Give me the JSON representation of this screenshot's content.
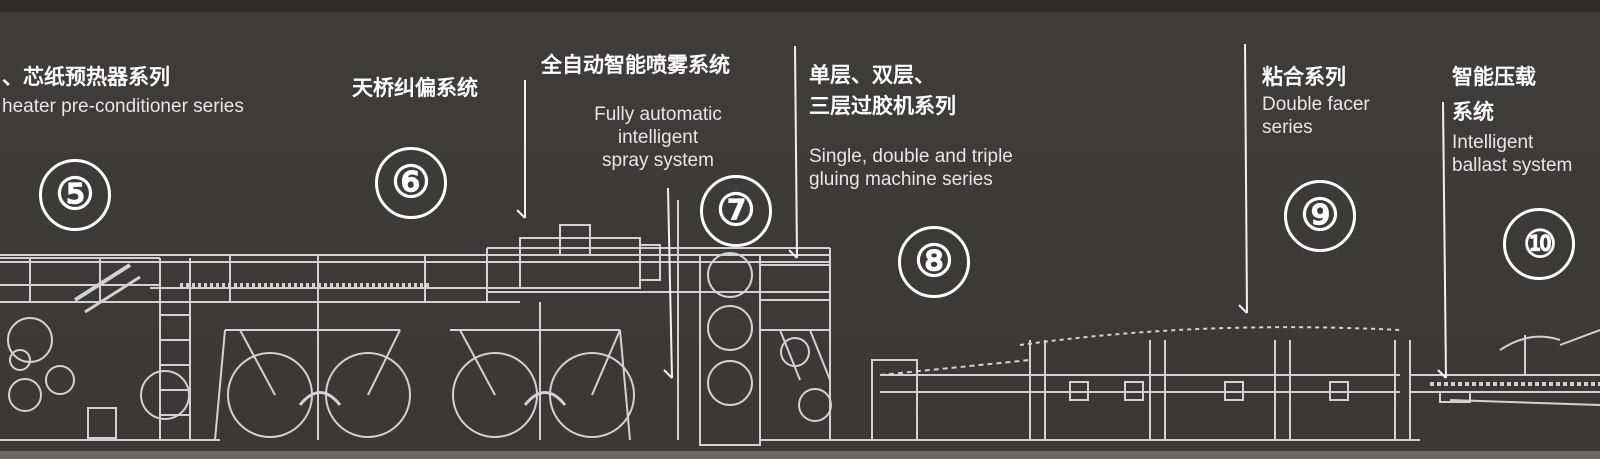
{
  "sections": [
    {
      "id": "5",
      "number": "⑤",
      "zh": "、芯纸预热器系列",
      "en": "heater pre-conditioner series"
    },
    {
      "id": "6",
      "number": "⑥",
      "zh": "天桥纠偏系统",
      "en": ""
    },
    {
      "id": "7",
      "number": "⑦",
      "zh": "全自动智能喷雾系统",
      "en_lines": [
        "Fully automatic",
        "intelligent",
        "spray system"
      ]
    },
    {
      "id": "8",
      "number": "⑧",
      "zh_lines": [
        "单层、双层、",
        "三层过胶机系列"
      ],
      "en_lines": [
        "Single, double and triple",
        "gluing machine series"
      ]
    },
    {
      "id": "9",
      "number": "⑨",
      "zh": "粘合系列",
      "en_lines": [
        "Double facer",
        "series"
      ]
    },
    {
      "id": "10",
      "number": "⑩",
      "zh_lines": [
        "智能压载",
        "系统"
      ],
      "en_lines": [
        "Intelligent",
        "ballast system"
      ]
    }
  ],
  "colors": {
    "background": "#3d3b39",
    "line": "#d9d9d9",
    "text": "#ffffff"
  }
}
